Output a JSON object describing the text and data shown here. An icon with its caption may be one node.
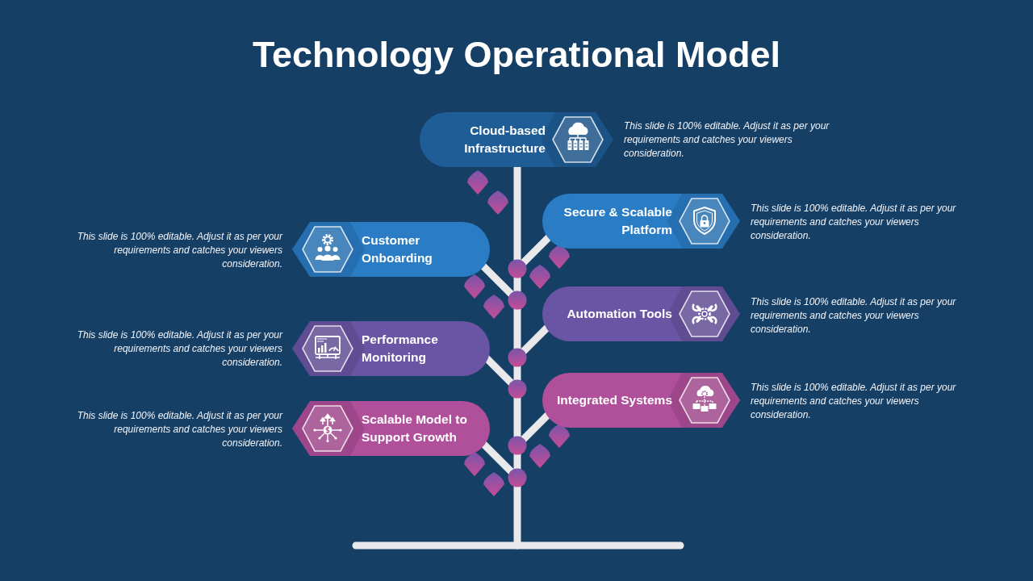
{
  "diagram": {
    "title": "Technology Operational Model",
    "nodes": [
      {
        "text": [
          "Cloud-based Infrastructure"
        ],
        "beside": [
          "This slide is 100% editable. Adjust it as per your requirements and catches your viewers consideration."
        ]
      },
      {
        "text": [
          "Secure & Scalable Platform"
        ],
        "beside": [
          "This slide is 100% editable. Adjust it as per your requirements and catches your viewers consideration."
        ]
      },
      {
        "text": [
          "Customer Onboarding"
        ],
        "beside": [
          "This slide is 100% editable. Adjust it as per your requirements and catches your viewers consideration."
        ]
      },
      {
        "text": [
          "Automation Tools"
        ],
        "beside": [
          "This slide is 100% editable. Adjust it as per your requirements and catches your viewers consideration."
        ]
      },
      {
        "text": [
          "Performance Monitoring"
        ],
        "beside": [
          "This slide is 100% editable. Adjust it as per your requirements and catches your viewers consideration."
        ]
      },
      {
        "text": [
          "Integrated Systems"
        ],
        "beside": [
          "This slide is 100% editable. Adjust it as per your requirements and catches your viewers consideration."
        ]
      },
      {
        "text": [
          "Scalable Model to Support Growth"
        ],
        "beside": [
          "This slide is 100% editable. Adjust it as per your requirements and catches your viewers consideration."
        ]
      }
    ]
  }
}
